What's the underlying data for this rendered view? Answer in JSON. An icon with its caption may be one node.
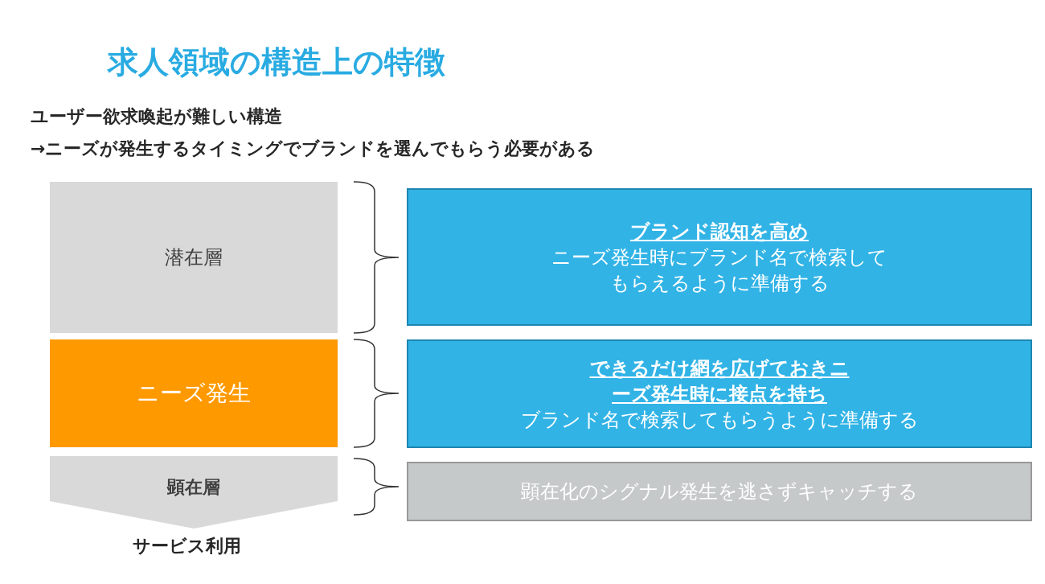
{
  "diagram": {
    "title": "求人領域の構造上の特徴",
    "nodes": [
      {
        "text": [
          "潜在層"
        ]
      },
      {
        "text": [
          "ニーズ発生"
        ]
      },
      {
        "text": [
          "顕在層"
        ]
      },
      {
        "text": [
          "ブランド認知を高め",
          "ニーズ発生時にブランド名で検索してもらえるように準備する"
        ]
      },
      {
        "text": [
          "できるだけ網を広げておきニーズ発生時に接点を持ち",
          "ブランド名で検索してもらうように準備する"
        ]
      },
      {
        "text": [
          "顕在化のシグナル発生を逃さずキャッチする"
        ]
      }
    ],
    "edges": [],
    "labels": [
      "ユーザー欲求喚起が難しい構造",
      "→ニーズが発生するタイミングでブランドを選んでもらう必要がある",
      "サービス利用"
    ]
  }
}
